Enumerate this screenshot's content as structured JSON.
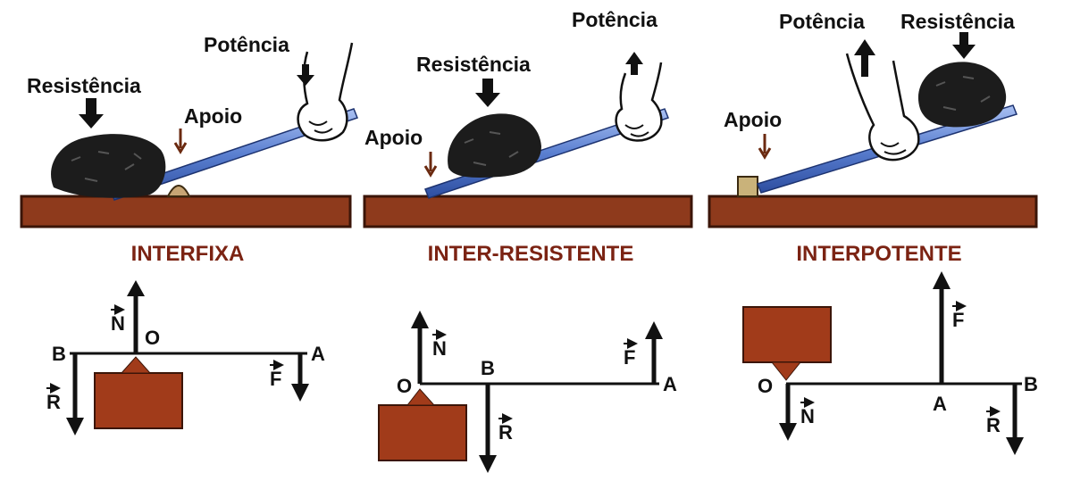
{
  "colors": {
    "ground": "#8e3a1c",
    "ground_edge": "#3b1508",
    "title": "#7b2313",
    "apoio_arrow": "#6b2a10",
    "bar": "#6f8fd6",
    "rock": "#1c1c1c",
    "ink": "#111111"
  },
  "panels": [
    {
      "title": "INTERFIXA",
      "scene": {
        "resistencia": "Resistência",
        "potencia": "Potência",
        "apoio": "Apoio"
      },
      "diagram": {
        "N": "N",
        "O": "O",
        "B": "B",
        "A": "A",
        "R": "R",
        "F": "F"
      }
    },
    {
      "title": "INTER-RESISTENTE",
      "scene": {
        "resistencia": "Resistência",
        "potencia": "Potência",
        "apoio": "Apoio"
      },
      "diagram": {
        "N": "N",
        "O": "O",
        "B": "B",
        "A": "A",
        "R": "R",
        "F": "F"
      }
    },
    {
      "title": "INTERPOTENTE",
      "scene": {
        "resistencia": "Resistência",
        "potencia": "Potência",
        "apoio": "Apoio"
      },
      "diagram": {
        "N": "N",
        "O": "O",
        "B": "B",
        "A": "A",
        "R": "R",
        "F": "F"
      }
    }
  ]
}
